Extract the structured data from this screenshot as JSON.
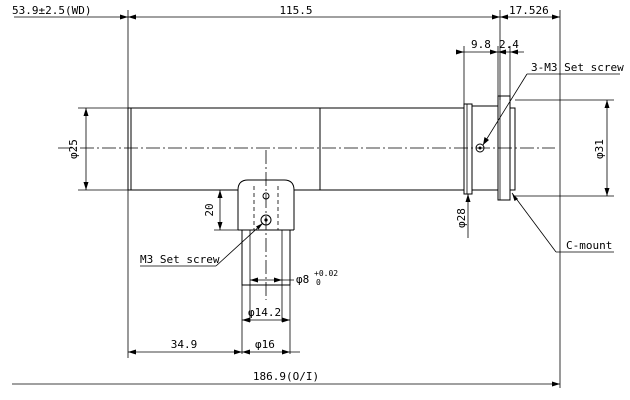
{
  "dimensions": {
    "working_distance": "53.9±2.5(WD)",
    "body_length": "115.5",
    "mount_flange": "17.526",
    "dim_9_8": "9.8",
    "dim_2_4": "2.4",
    "body_diameter": "25",
    "mount_diameter": "31",
    "ring_diameter": "28",
    "port_height": "20",
    "port_bore": "8",
    "port_bore_tolerance_upper": "+0.02",
    "port_bore_tolerance_lower": "0",
    "port_inner_width": "14.2",
    "port_outer_width": "16",
    "port_offset": "34.9",
    "total_length": "186.9(O/I)"
  },
  "callouts": {
    "set_screw_3": "3-M3 Set screw",
    "set_screw_m3": "M3 Set screw",
    "c_mount": "C-mount"
  },
  "symbols": {
    "diameter": "φ"
  }
}
